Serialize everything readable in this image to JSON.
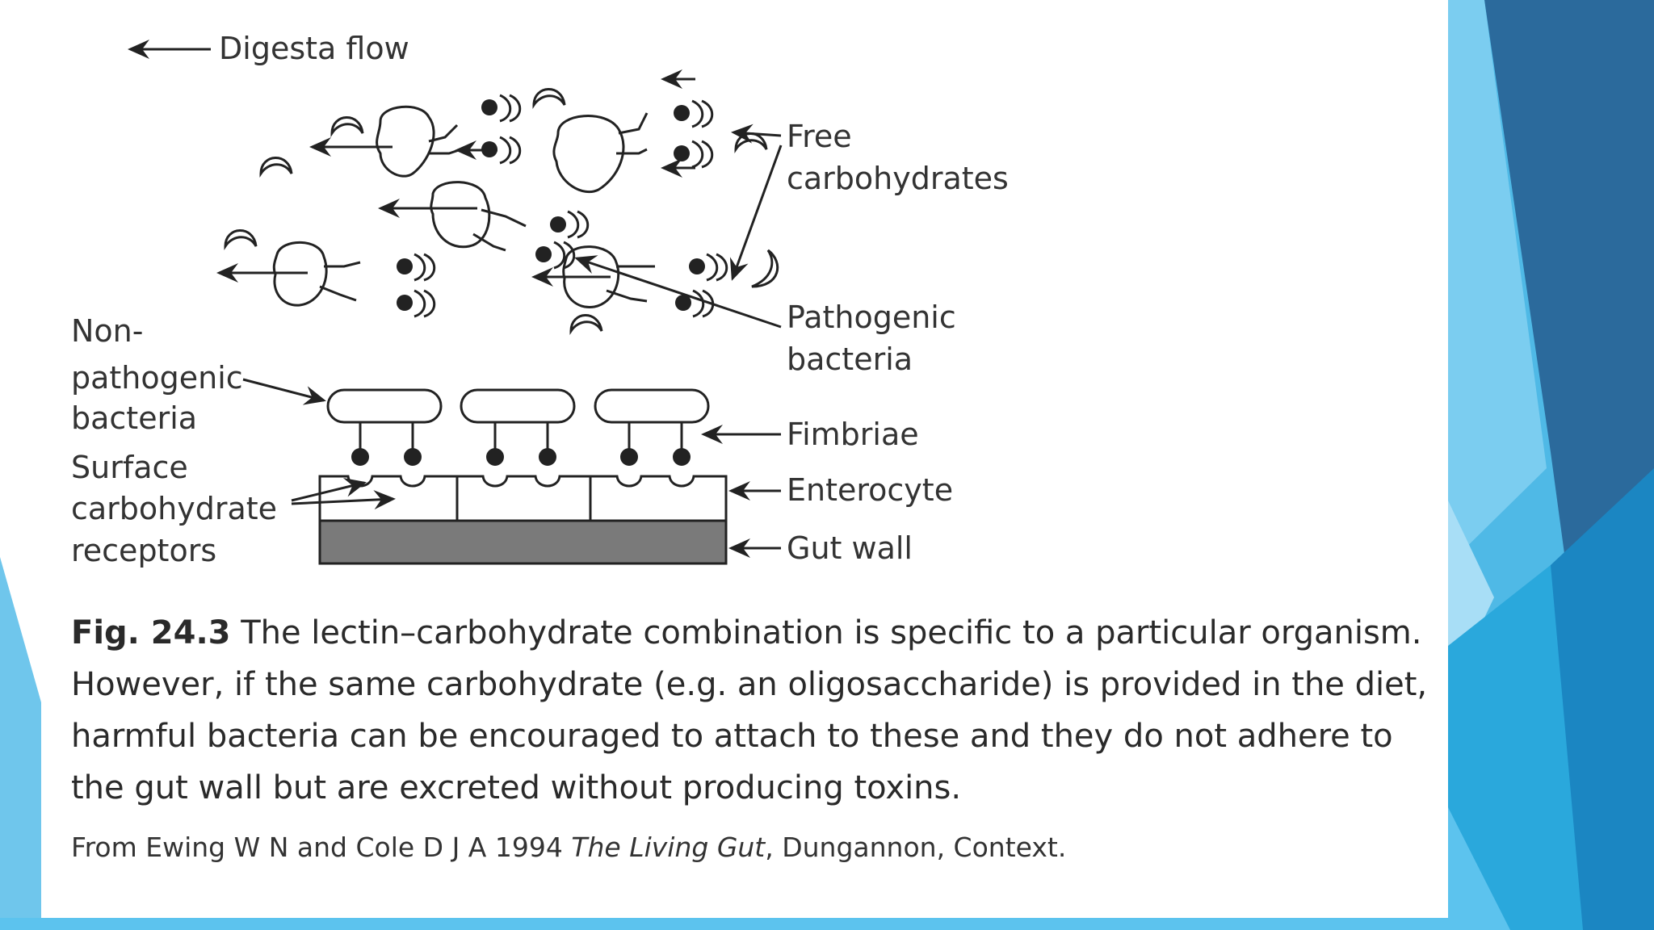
{
  "diagram": {
    "labels": {
      "digesta_flow": "Digesta flow",
      "free_carbohydrates_1": "Free",
      "free_carbohydrates_2": "carbohydrates",
      "pathogenic_bacteria_1": "Pathogenic",
      "pathogenic_bacteria_2": "bacteria",
      "non_pathogenic_1": "Non-",
      "non_pathogenic_2": "pathogenic",
      "non_pathogenic_3": "bacteria",
      "surface_receptors_1": "Surface",
      "surface_receptors_2": "carbohydrate",
      "surface_receptors_3": "receptors",
      "fimbriae": "Fimbriae",
      "enterocyte": "Enterocyte",
      "gut_wall": "Gut wall"
    }
  },
  "caption": {
    "fig_label": "Fig. 24.3",
    "text": " The lectin–carbohydrate combination is specific to a particular organism. However, if the same carbohydrate (e.g. an oligosaccharide) is provided in the diet, harmful bacteria can be encouraged to attach to these and they do not adhere to the gut wall but are excreted without producing toxins."
  },
  "source": {
    "prefix": "From Ewing W N and Cole D J A 1994 ",
    "title": "The Living Gut",
    "suffix": ", Dungannon, Context."
  },
  "colors": {
    "slide_bg": "#ffffff",
    "accent_dark": "#2b6a9c",
    "accent_mid": "#2d9fd8",
    "accent_light": "#5cc3ee",
    "gut_wall": "#7a7a7a"
  }
}
